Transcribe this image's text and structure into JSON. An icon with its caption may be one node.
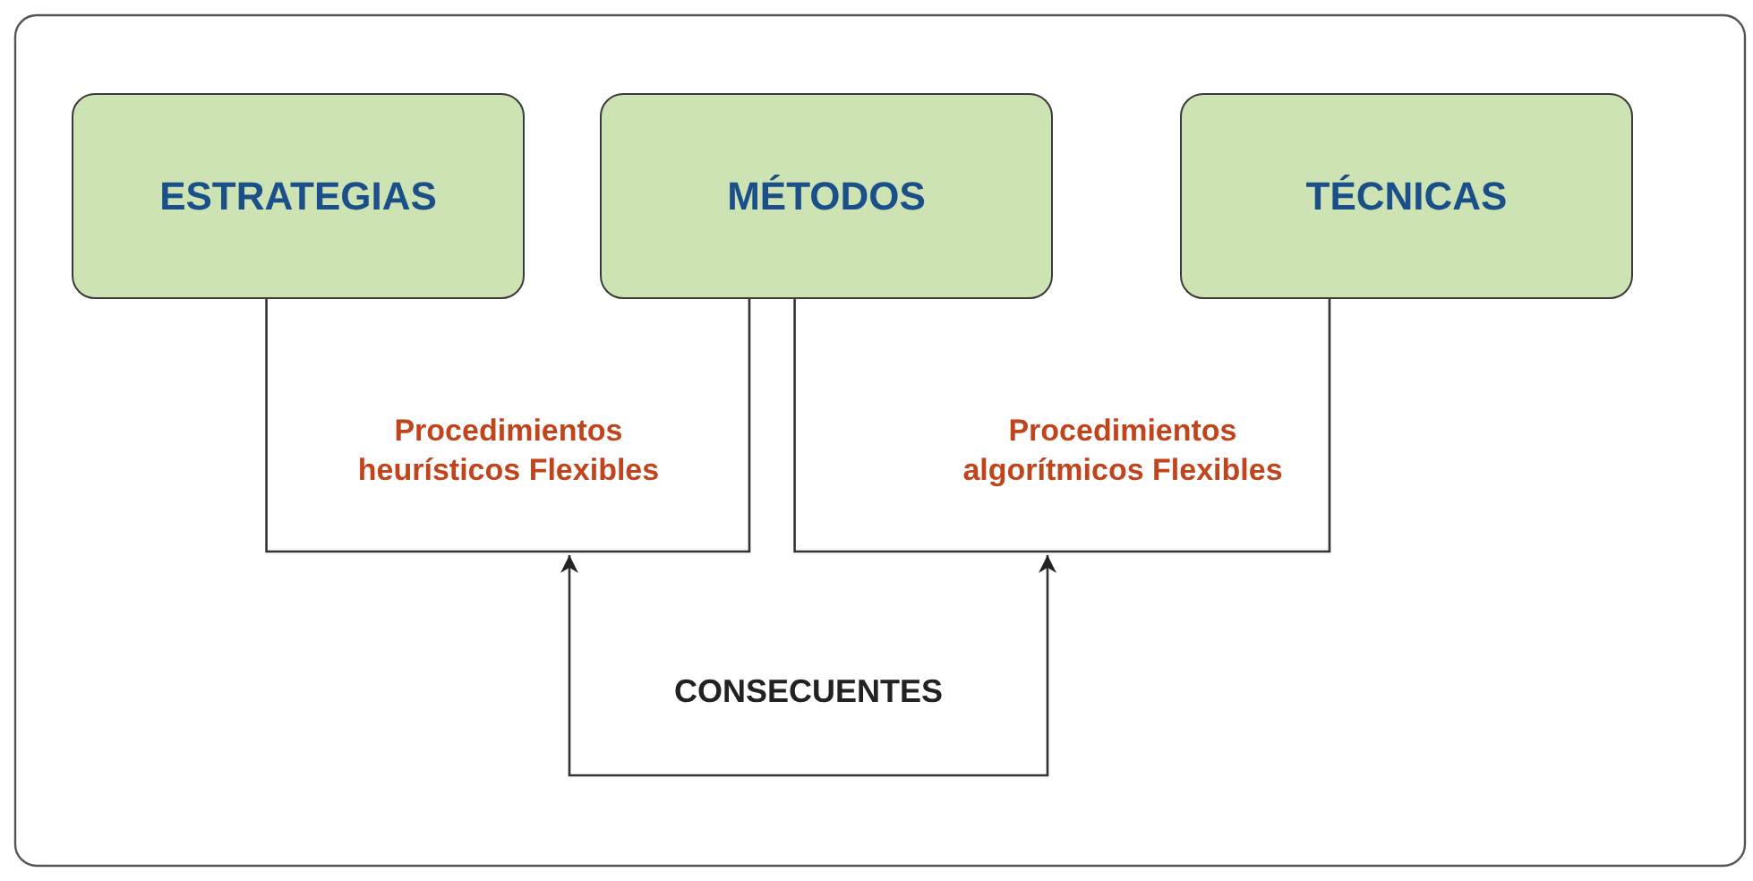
{
  "diagram": {
    "nodes": [
      {
        "text": [
          "ESTRATEGIAS"
        ]
      },
      {
        "text": [
          "MÉTODOS"
        ]
      },
      {
        "text": [
          "TÉCNICAS"
        ]
      },
      {
        "text": [
          "Procedimientos heurísticos Flexibles"
        ]
      },
      {
        "text": [
          "Procedimientos algorítmicos Flexibles"
        ]
      },
      {
        "text": [
          "CONSECUENTES"
        ]
      }
    ],
    "edges": [
      {
        "from": 0,
        "to": 1,
        "arrow": "to"
      },
      {
        "from": 1,
        "to": 2,
        "arrow": "to"
      },
      {
        "from": 5,
        "to": 3,
        "arrow": "to"
      },
      {
        "from": 5,
        "to": 4,
        "arrow": "to"
      }
    ]
  }
}
